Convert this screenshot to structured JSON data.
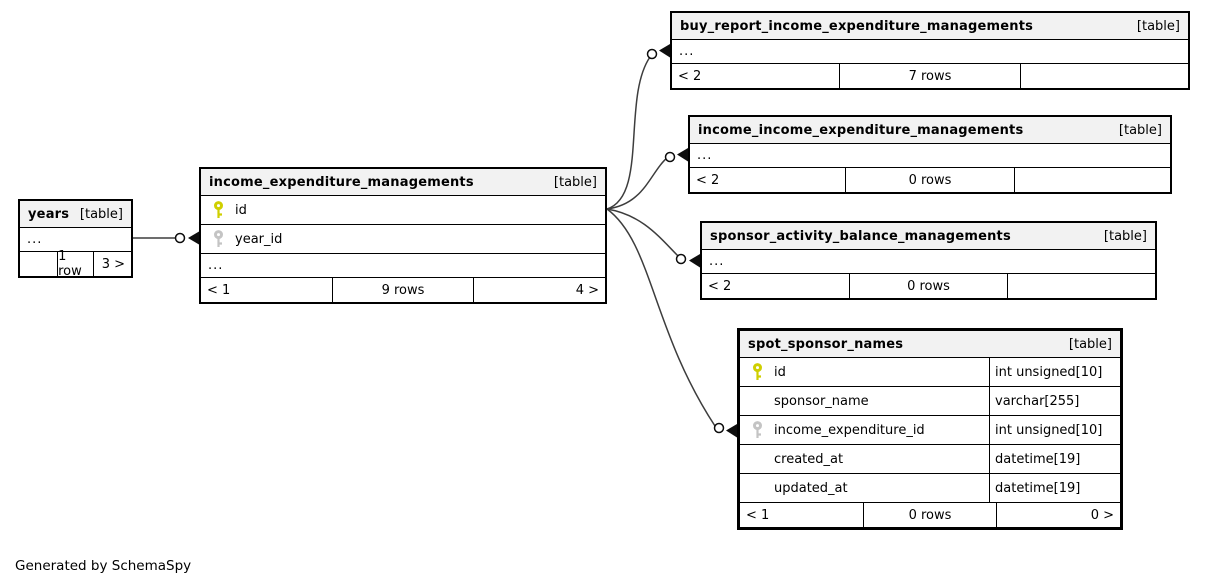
{
  "credit": "Generated by SchemaSpy",
  "colors": {
    "primary_key": "#cfcf00",
    "foreign_key": "#c4c4c4",
    "header_bg": "#f2f2f2",
    "border": "#000000",
    "edge": "#3d3d3d"
  },
  "tables": {
    "years": {
      "name": "years",
      "tag": "[table]",
      "ellipsis": "...",
      "footer": {
        "left": "",
        "center": "1 row",
        "right": "3 >"
      }
    },
    "income_expenditure_managements": {
      "name": "income_expenditure_managements",
      "tag": "[table]",
      "ellipsis": "...",
      "columns": [
        {
          "name": "id",
          "key": "primary-key-icon"
        },
        {
          "name": "year_id",
          "key": "foreign-key-icon"
        }
      ],
      "footer": {
        "left": "< 1",
        "center": "9 rows",
        "right": "4 >"
      }
    },
    "buy_report_income_expenditure_managements": {
      "name": "buy_report_income_expenditure_managements",
      "tag": "[table]",
      "ellipsis": "...",
      "footer": {
        "left": "< 2",
        "center": "7 rows",
        "right": ""
      }
    },
    "income_income_expenditure_managements": {
      "name": "income_income_expenditure_managements",
      "tag": "[table]",
      "ellipsis": "...",
      "footer": {
        "left": "< 2",
        "center": "0 rows",
        "right": ""
      }
    },
    "sponsor_activity_balance_managements": {
      "name": "sponsor_activity_balance_managements",
      "tag": "[table]",
      "ellipsis": "...",
      "footer": {
        "left": "< 2",
        "center": "0 rows",
        "right": ""
      }
    },
    "spot_sponsor_names": {
      "name": "spot_sponsor_names",
      "tag": "[table]",
      "columns": [
        {
          "name": "id",
          "type": "int unsigned[10]",
          "key": "primary-key-icon"
        },
        {
          "name": "sponsor_name",
          "type": "varchar[255]",
          "key": ""
        },
        {
          "name": "income_expenditure_id",
          "type": "int unsigned[10]",
          "key": "foreign-key-icon"
        },
        {
          "name": "created_at",
          "type": "datetime[19]",
          "key": ""
        },
        {
          "name": "updated_at",
          "type": "datetime[19]",
          "key": ""
        }
      ],
      "footer": {
        "left": "< 1",
        "center": "0 rows",
        "right": "0 >"
      }
    }
  },
  "relationships": [
    {
      "from": "years",
      "to": "income_expenditure_managements.year_id"
    },
    {
      "from": "income_expenditure_managements.id",
      "to": "buy_report_income_expenditure_managements"
    },
    {
      "from": "income_expenditure_managements.id",
      "to": "income_income_expenditure_managements"
    },
    {
      "from": "income_expenditure_managements.id",
      "to": "sponsor_activity_balance_managements"
    },
    {
      "from": "income_expenditure_managements.id",
      "to": "spot_sponsor_names.income_expenditure_id"
    }
  ]
}
